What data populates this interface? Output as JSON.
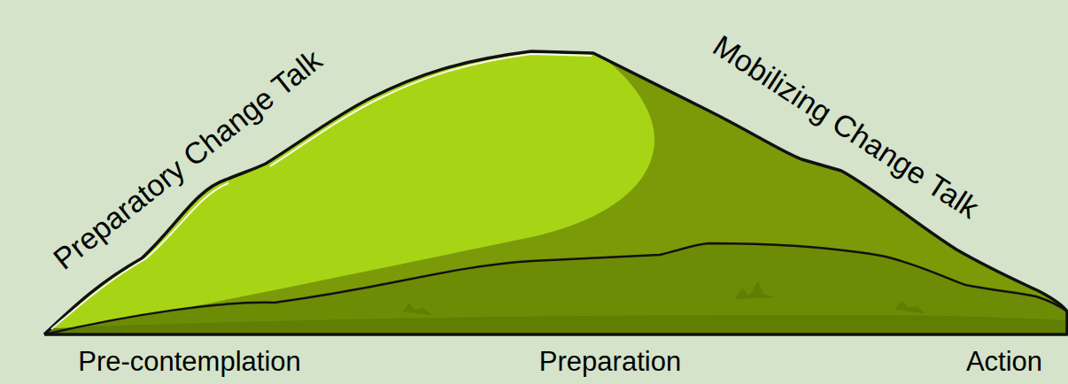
{
  "diagram": {
    "labels": [
      "Preparatory Change Talk",
      "Mobilizing Change Talk",
      "Pre-contemplation",
      "Preparation",
      "Action"
    ]
  }
}
